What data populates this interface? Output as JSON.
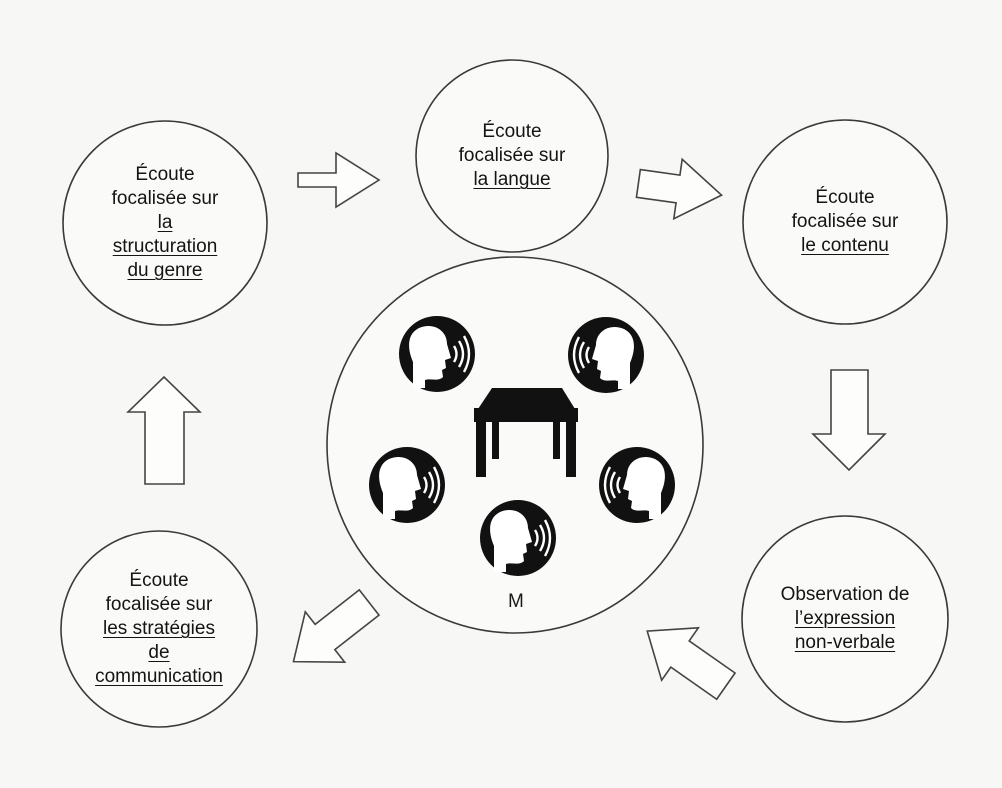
{
  "nodes": {
    "langue": {
      "lines": [
        "Écoute",
        "focalisée sur"
      ],
      "focus": [
        "la langue"
      ]
    },
    "contenu": {
      "lines": [
        "Écoute",
        "focalisée sur"
      ],
      "focus": [
        "le contenu"
      ]
    },
    "genre": {
      "lines": [
        "Écoute",
        "focalisée sur"
      ],
      "focus": [
        "la",
        "structuration",
        "du genre"
      ]
    },
    "strategies": {
      "lines": [
        "Écoute",
        "focalisée sur"
      ],
      "focus": [
        "les stratégies",
        "de",
        "communication"
      ]
    },
    "nonverbal": {
      "lines": [
        "Observation de"
      ],
      "focus": [
        "l’expression",
        "non-verbale"
      ]
    }
  },
  "center": {
    "label": "M"
  },
  "icons": {
    "speaker": "speaking-head-icon",
    "table": "table-icon"
  },
  "colors": {
    "stroke": "#3a3a3a",
    "icon_fill": "#111111",
    "background": "#f7f7f5"
  }
}
